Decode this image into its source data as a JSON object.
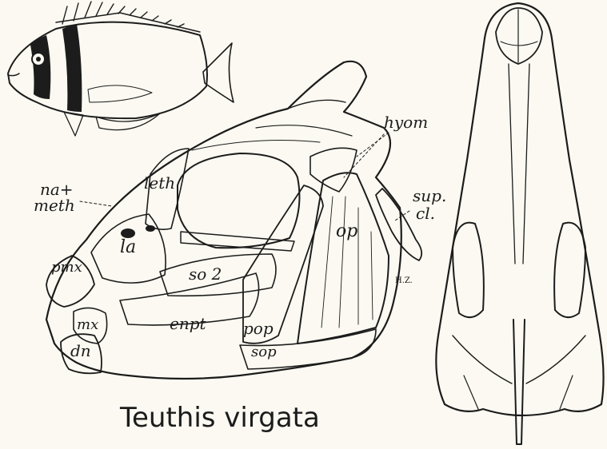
{
  "caption": "Teuthis virgata",
  "initials": "H.Z.",
  "labels": {
    "na_meth_1": "na+",
    "na_meth_2": "meth",
    "leth": "leth",
    "la": "la",
    "so2": "so 2",
    "op": "op",
    "sup_cl_1": "sup.",
    "sup_cl_2": "cl.",
    "hyom": "hyom",
    "pmx": "pmx",
    "mx": "mx",
    "dn": "dn",
    "enpt": "enpt",
    "pop": "pop",
    "sop": "sop"
  },
  "colors": {
    "ink": "#1c1c1c",
    "paper": "#fbf9f1"
  }
}
